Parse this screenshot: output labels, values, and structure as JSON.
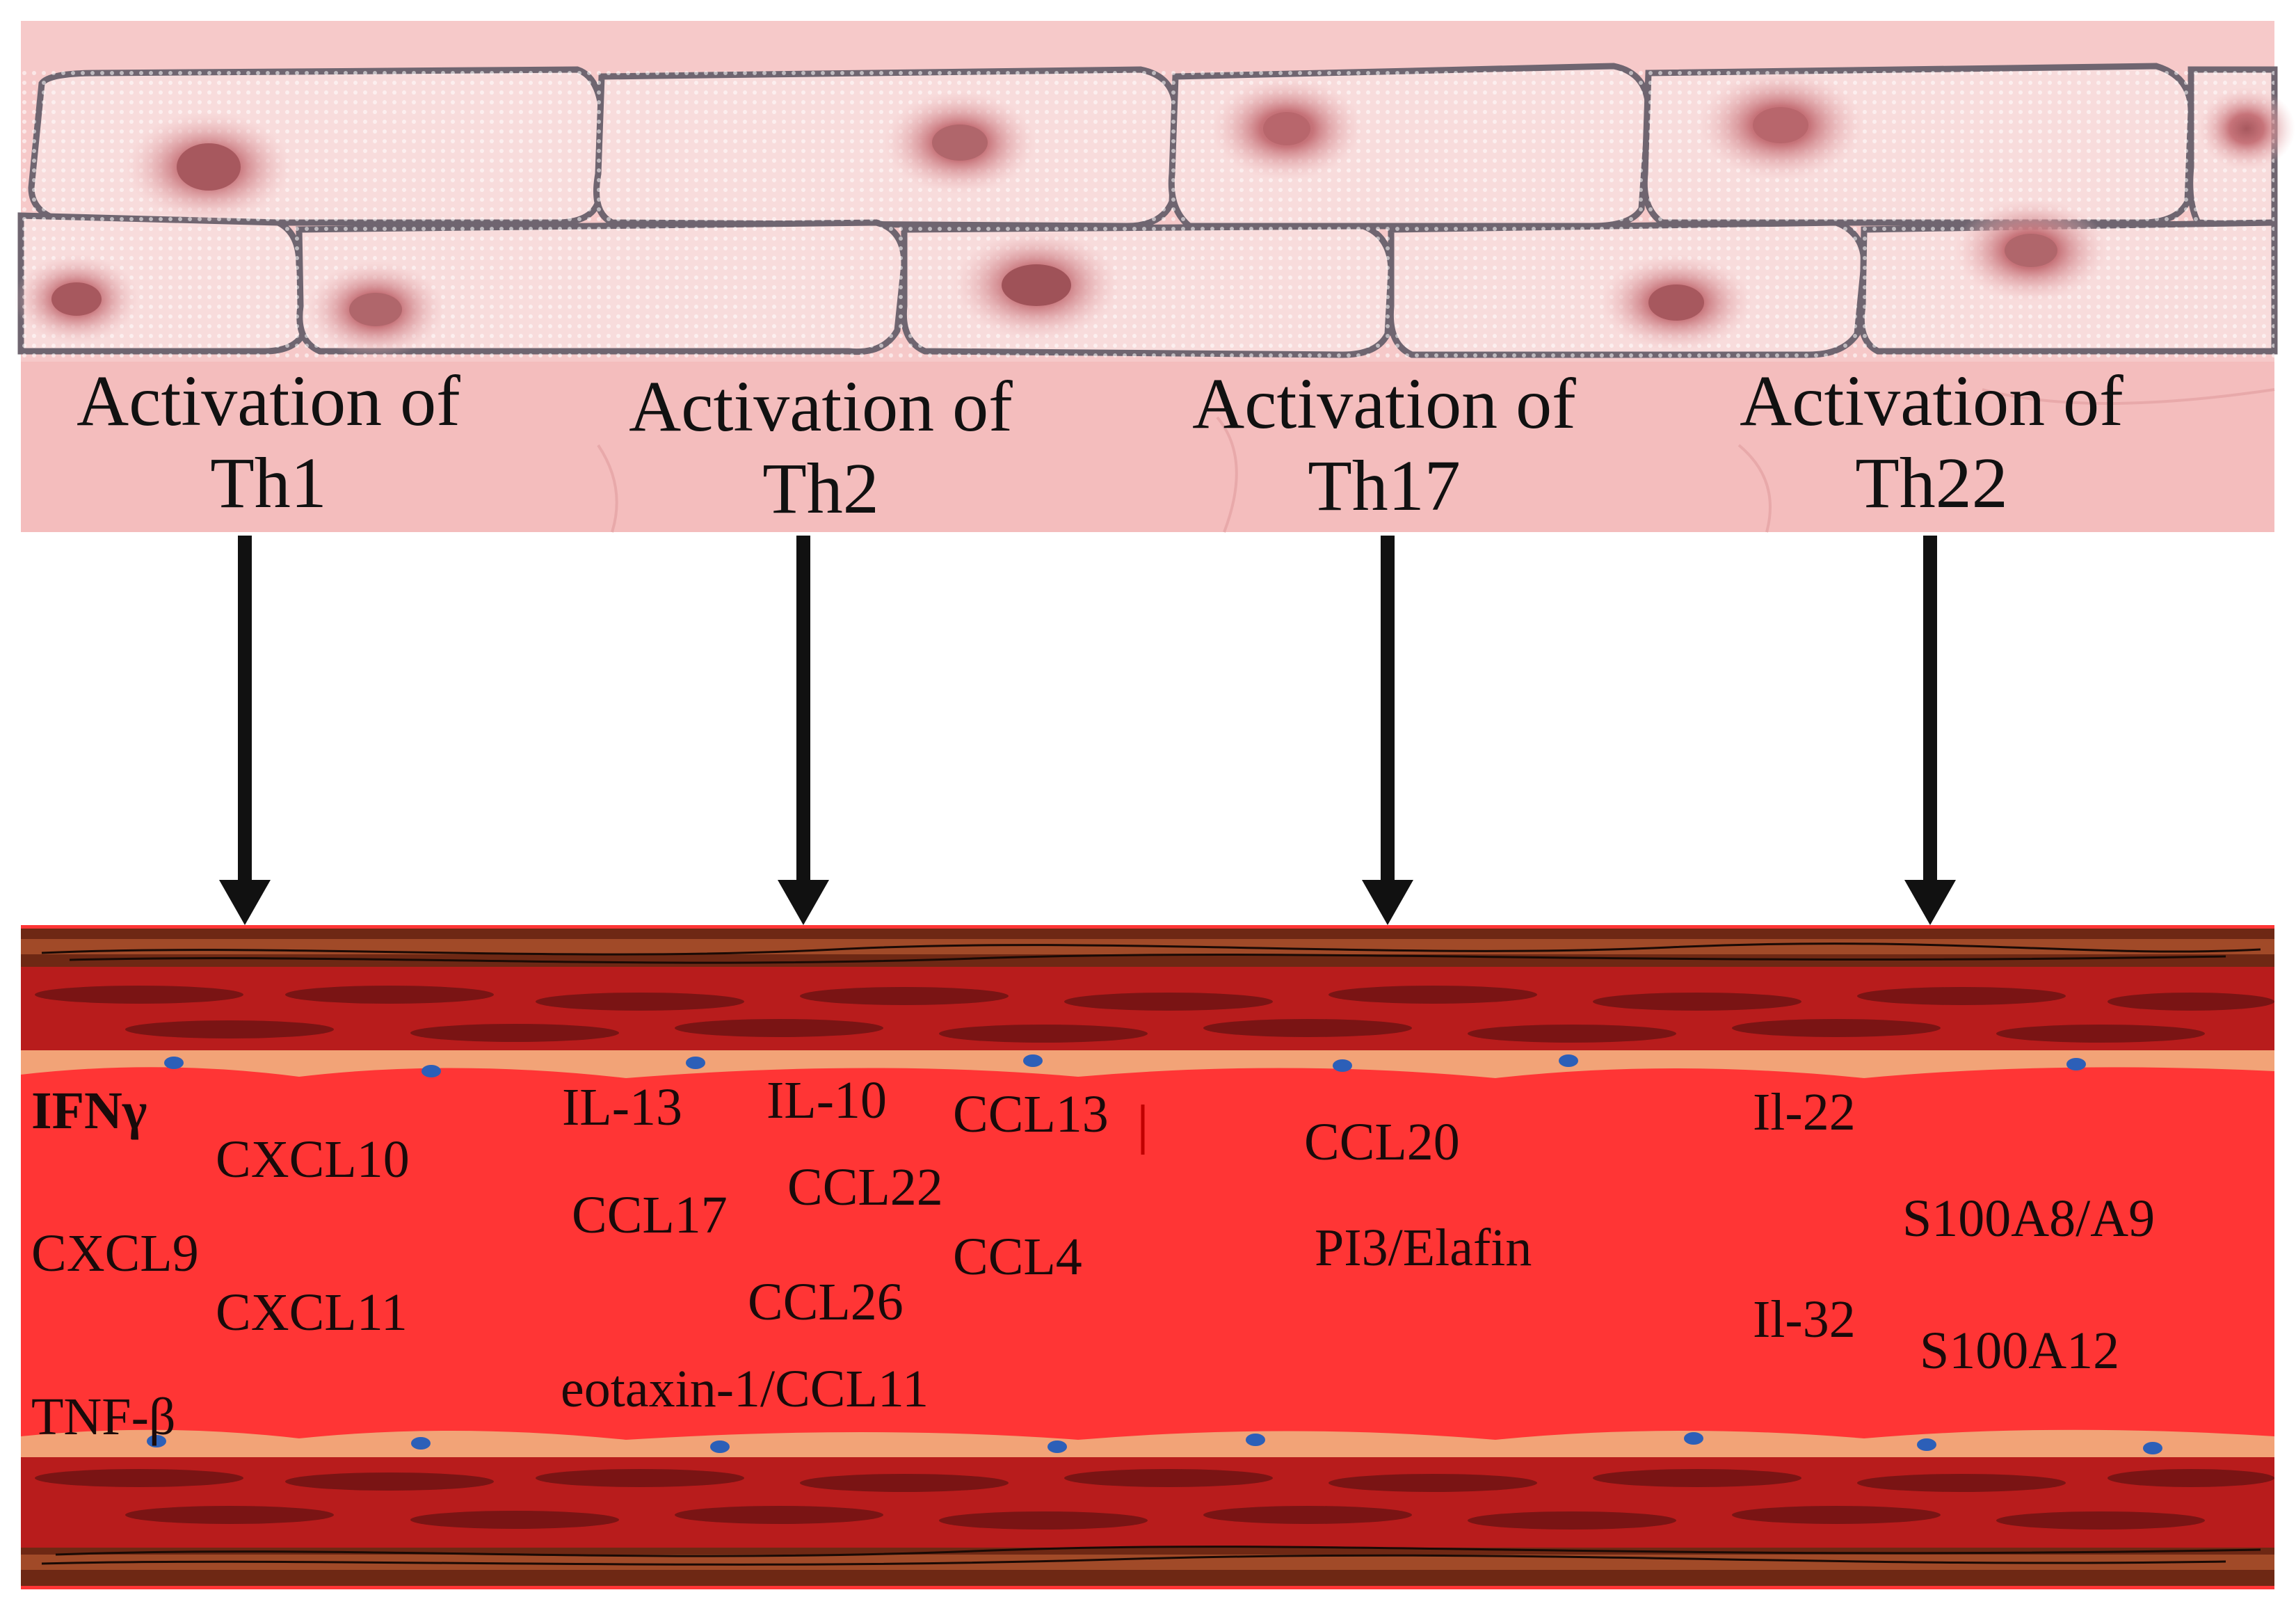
{
  "colors": {
    "skin_background": "#f6c9c9",
    "cell_fill": "#f8dcdc",
    "cell_border": "#6f6570",
    "nucleus": "#c98a90",
    "vessel_lumen": "#ff3535",
    "vessel_wall": "#b81c1c",
    "vessel_outer": "#6e2814",
    "endothelium": "#f2a377",
    "endothelial_nucleus": "#2c5fb8",
    "arrow": "#111111"
  },
  "activations": [
    {
      "line1": "Activation of",
      "line2": "Th1"
    },
    {
      "line1": "Activation of",
      "line2": "Th2"
    },
    {
      "line1": "Activation of",
      "line2": "Th17"
    },
    {
      "line1": "Activation of",
      "line2": "Th22"
    }
  ],
  "cytokines": {
    "th1": [
      "IFNγ",
      "CXCL10",
      "CXCL9",
      "CXCL11",
      "TNF-β"
    ],
    "th2": [
      "IL-13",
      "IL-10",
      "CCL13",
      "CCL17",
      "CCL22",
      "CCL4",
      "CCL26",
      "eotaxin-1/CCL11"
    ],
    "th17": [
      "CCL20",
      "PI3/Elafin"
    ],
    "th22": [
      "Il-22",
      "S100A8/A9",
      "Il-32",
      "S100A12"
    ]
  }
}
